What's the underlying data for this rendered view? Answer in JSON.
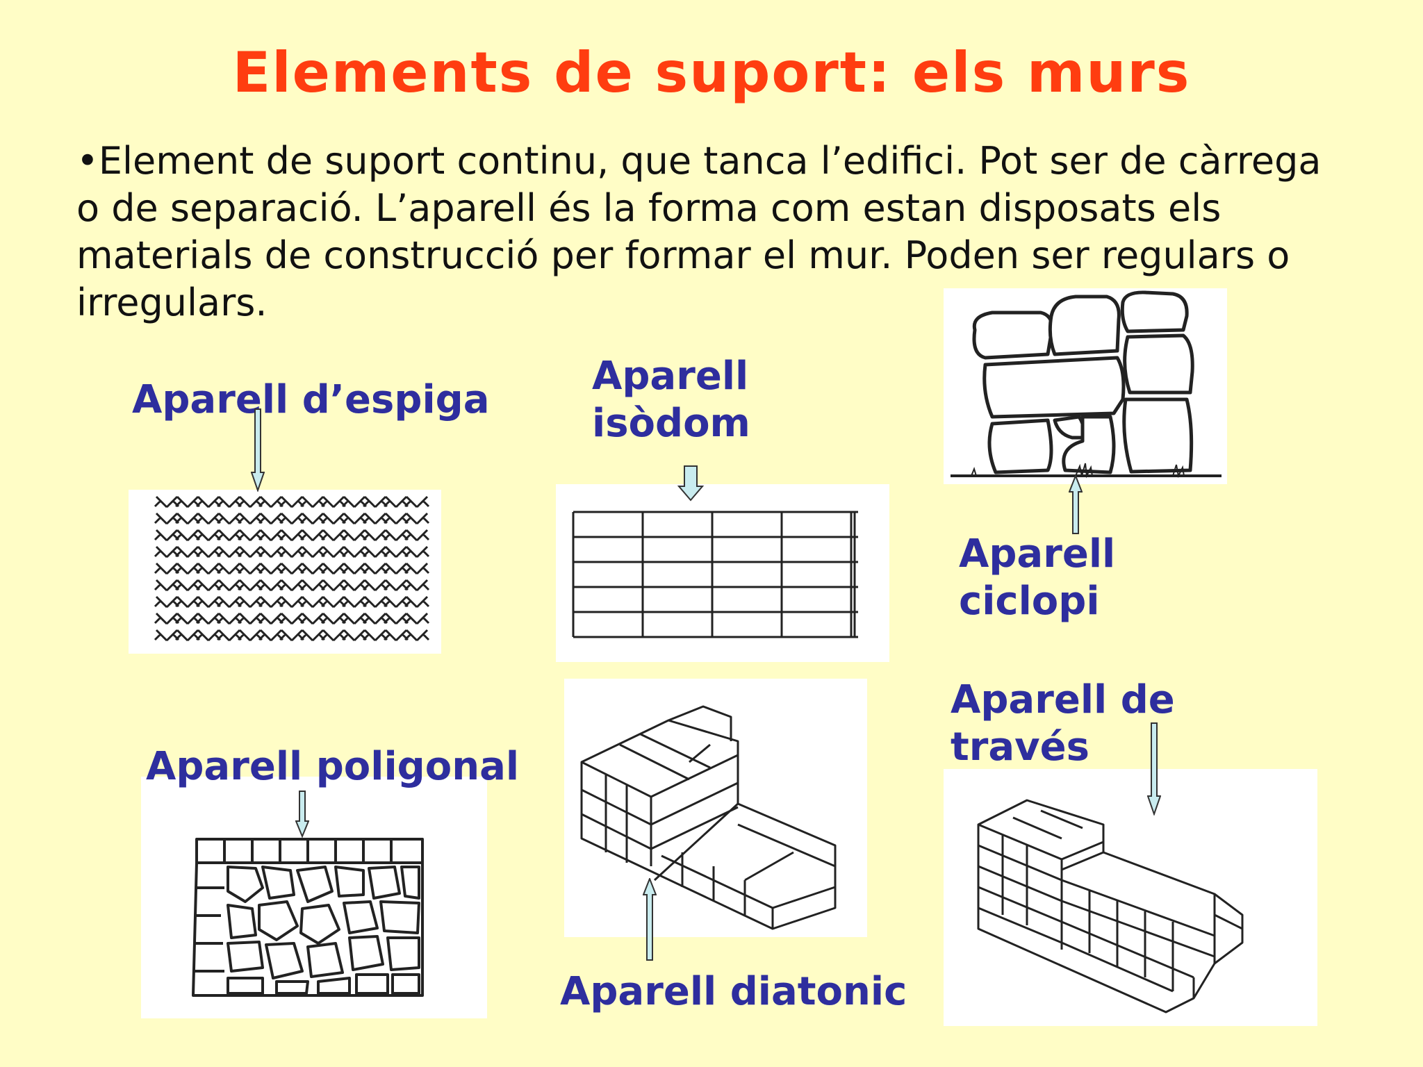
{
  "slide": {
    "title": "Elements de suport: els murs",
    "intro": "•Element de suport continu, que tanca l’edifici. Pot ser de càrrega o de separació. L’aparell és la forma com estan disposats els materials de construcció per formar el mur. Poden ser regulars o irregulars."
  },
  "labels": {
    "espiga": "Aparell d’espiga",
    "isodom": "Aparell\nisòdom",
    "ciclopi": "Aparell\nciclopi",
    "poligonal": "Aparell poligonal",
    "diatonic": "Aparell diatonic",
    "traves": "Aparell de\ntravés"
  },
  "colors": {
    "background": "#FFFDC6",
    "title": "#FF3D10",
    "label": "#2E2E9E",
    "arrow_fill": "#C9ECEF"
  }
}
